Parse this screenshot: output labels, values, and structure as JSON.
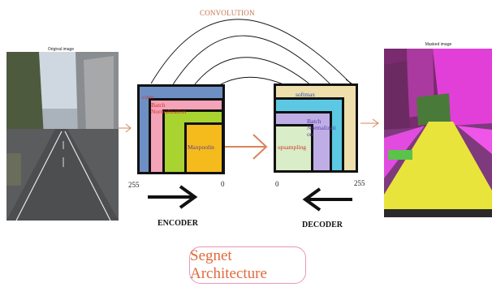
{
  "title": "CONVOLUTION",
  "caption": "Segnet Architecture",
  "original_image_label": "Original image",
  "masked_image_label": "Masked image",
  "encoder": {
    "label": "ENCODER",
    "layers": [
      "conv",
      "Batch Normalization",
      "Maxpoolin"
    ],
    "tick_left": "255",
    "tick_right": "0"
  },
  "decoder": {
    "label": "DECODER",
    "layers": [
      "softmax",
      "Batch Normalizati on",
      "upsampling"
    ],
    "tick_left": "0",
    "tick_right": "255"
  },
  "colors": {
    "title": "#c4724a",
    "caption": "#e06a3a",
    "caption_border": "#e896b8",
    "arrow_orange": "#d9845a",
    "enc_blue": "#6d8fc4",
    "enc_pink": "#f5a3b8",
    "enc_green": "#a9d330",
    "enc_yellow": "#f5bb1c",
    "dec_tan": "#eedfac",
    "dec_cyan": "#5cc8e4",
    "dec_purple": "#bfaee6",
    "dec_green": "#d8edc8",
    "text_red": "#d8312a",
    "text_purple": "#5a3aa0",
    "text_blue": "#2a4fb0"
  }
}
